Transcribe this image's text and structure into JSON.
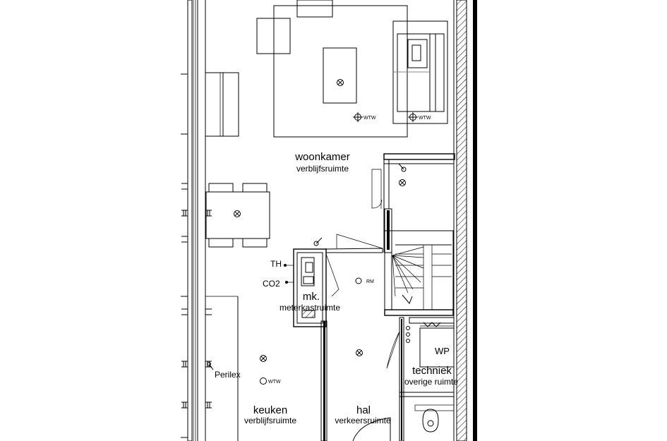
{
  "rooms": {
    "woonkamer": {
      "name": "woonkamer",
      "type": "verblijfsruimte"
    },
    "meterkast": {
      "name": "mk.",
      "type": "meterkastruimte"
    },
    "techniek": {
      "name": "techniek",
      "type": "overige ruimte"
    },
    "keuken": {
      "name": "keuken",
      "type": "verblijfsruimte"
    },
    "hal": {
      "name": "hal",
      "type": "verkeersruimte"
    }
  },
  "symbols": {
    "thermostat": "TH",
    "co2_sensor": "CO2",
    "smoke_detector": "RM",
    "heat_pump": "WP",
    "kitchen_power": "Perilex",
    "ventilation": "WTW"
  },
  "icons": [
    "ceiling-light-icon",
    "wtw-valve-icon",
    "smoke-detector-icon",
    "light-switch-icon",
    "door-swing-icon"
  ]
}
